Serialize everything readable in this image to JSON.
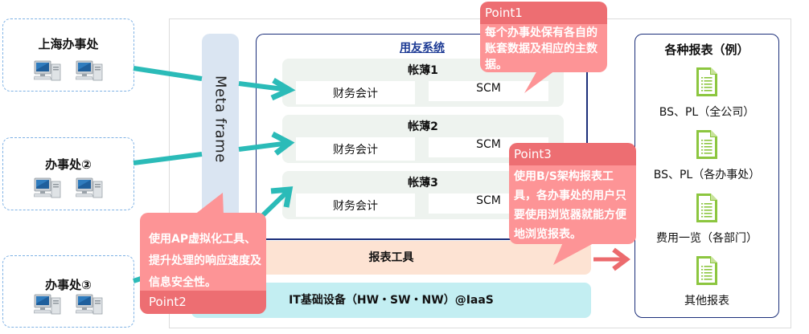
{
  "offices": [
    {
      "name": "上海办事处",
      "computers": 2
    },
    {
      "name": "办事处②",
      "computers": 2
    },
    {
      "name": "办事处③",
      "computers": 2
    }
  ],
  "meta_frame": {
    "label": "Meta frame"
  },
  "yonyou_system": {
    "title": "用友系统",
    "ledgers": [
      {
        "title": "帐薄1",
        "modules": [
          "财务会计",
          "SCM"
        ]
      },
      {
        "title": "帐薄2",
        "modules": [
          "财务会计",
          "SCM"
        ]
      },
      {
        "title": "帐薄3",
        "modules": [
          "财务会计",
          "SCM"
        ]
      }
    ]
  },
  "report_tool": {
    "label": "报表工具"
  },
  "infrastructure": {
    "label": "IT基础设备（HW・SW・NW）@IaaS"
  },
  "reports_panel": {
    "title": "各种报表（例）",
    "items": [
      {
        "label": "BS、PL（全公司）",
        "icon": "document-icon"
      },
      {
        "label": "BS、PL（各办事处）",
        "icon": "document-icon"
      },
      {
        "label": "费用一览（各部门）",
        "icon": "document-icon"
      },
      {
        "label": "其他报表",
        "icon": "document-icon"
      }
    ]
  },
  "callouts": {
    "point1": {
      "heading": "Point1",
      "text": "每个办事处保有各自的账套数据及相应的主数据。"
    },
    "point2": {
      "heading": "Point2",
      "text": "使用AP虚拟化工具、提升处理的响应速度及信息安全性。"
    },
    "point3": {
      "heading": "Point3",
      "text": "使用B/S架构报表工具，各办事处的用户只要使用浏览器就能方便地浏览报表。"
    }
  },
  "colors": {
    "teal_arrow": "#2bbbb8",
    "red_arrow": "#ec6b6e",
    "callout_body": "#fd9496",
    "callout_head": "#ed6e72",
    "navy_border": "#1c2f7a",
    "doc_green": "#8cc63f",
    "meta_frame_bg": "#dae5f2",
    "report_tool_bg": "#fde3d3",
    "infra_bg": "#c3eef2",
    "ledger_bg": "#eef3ef",
    "office_border": "#7fb2e5"
  }
}
